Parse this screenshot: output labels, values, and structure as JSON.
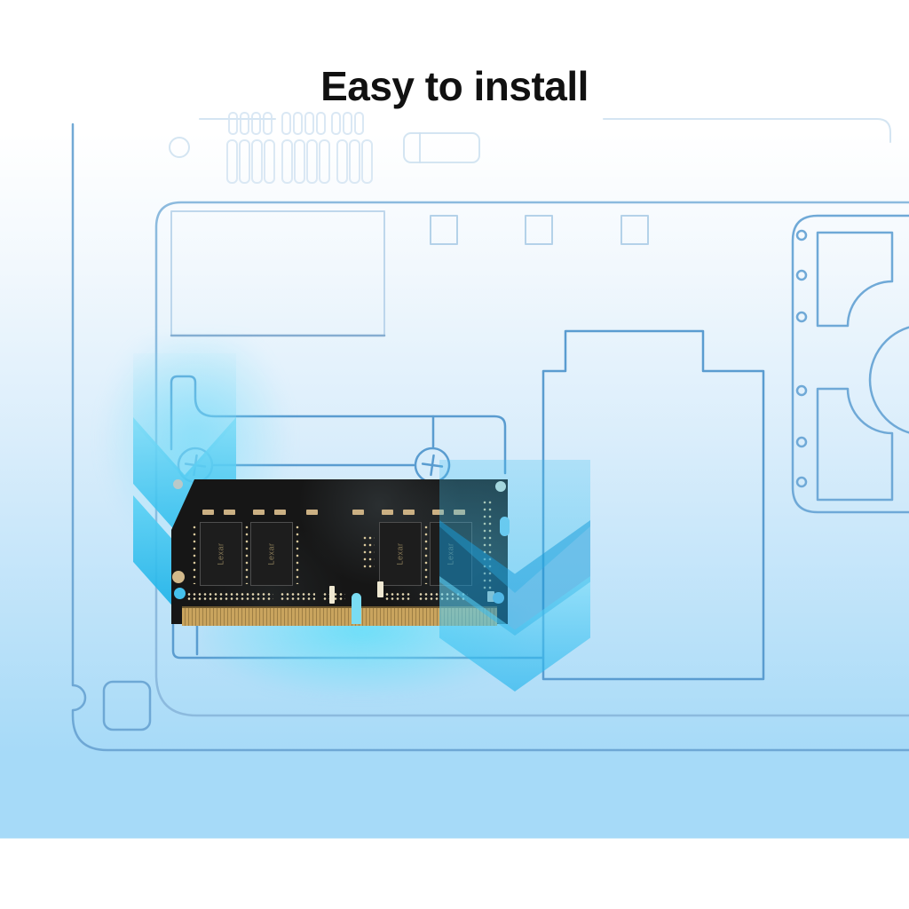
{
  "title": "Easy to install",
  "ram": {
    "brand": "Lexar",
    "chips": [
      {
        "label": "Lexar"
      },
      {
        "label": "Lexar"
      },
      {
        "label": "Lexar"
      },
      {
        "label": "Lexar"
      }
    ]
  },
  "colors": {
    "bg_blue": "#a6daf8",
    "line_blue": "#5a9cd0",
    "line_blue_light": "#8cbade",
    "accent_cyan": "#2ec6f3",
    "gold": "#c9a45e",
    "pcb_black": "#161616",
    "title_color": "#111111"
  }
}
